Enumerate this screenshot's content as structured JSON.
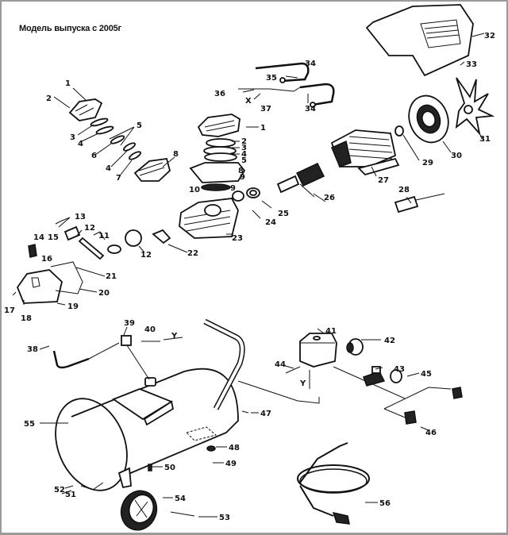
{
  "diagram": {
    "title": "Модель выпуска с 2005г",
    "subject": "air compressor exploded parts diagram",
    "frame_color": "#9a9a9a",
    "callouts": [
      {
        "id": "c1a",
        "text": "1"
      },
      {
        "id": "c2a",
        "text": "2"
      },
      {
        "id": "c3a",
        "text": "3"
      },
      {
        "id": "c4a",
        "text": "4"
      },
      {
        "id": "c5",
        "text": "5"
      },
      {
        "id": "c6",
        "text": "6"
      },
      {
        "id": "c4b",
        "text": "4"
      },
      {
        "id": "c7",
        "text": "7"
      },
      {
        "id": "c8",
        "text": "8"
      },
      {
        "id": "c1b",
        "text": "1"
      },
      {
        "id": "c2b",
        "text": "2"
      },
      {
        "id": "c3b",
        "text": "3"
      },
      {
        "id": "c4c",
        "text": "4"
      },
      {
        "id": "c5b",
        "text": "5"
      },
      {
        "id": "c8b",
        "text": "8"
      },
      {
        "id": "c9a",
        "text": "9"
      },
      {
        "id": "c10",
        "text": "10"
      },
      {
        "id": "c9b",
        "text": "9"
      },
      {
        "id": "c11",
        "text": "11"
      },
      {
        "id": "c12a",
        "text": "12"
      },
      {
        "id": "c12b",
        "text": "12"
      },
      {
        "id": "c13",
        "text": "13"
      },
      {
        "id": "c14",
        "text": "14"
      },
      {
        "id": "c15",
        "text": "15"
      },
      {
        "id": "c16",
        "text": "16"
      },
      {
        "id": "c17",
        "text": "17"
      },
      {
        "id": "c18",
        "text": "18"
      },
      {
        "id": "c19",
        "text": "19"
      },
      {
        "id": "c20",
        "text": "20"
      },
      {
        "id": "c21",
        "text": "21"
      },
      {
        "id": "c22",
        "text": "22"
      },
      {
        "id": "c23",
        "text": "23"
      },
      {
        "id": "c24",
        "text": "24"
      },
      {
        "id": "c25",
        "text": "25"
      },
      {
        "id": "c26",
        "text": "26"
      },
      {
        "id": "c27",
        "text": "27"
      },
      {
        "id": "c28",
        "text": "28"
      },
      {
        "id": "c29",
        "text": "29"
      },
      {
        "id": "c30",
        "text": "30"
      },
      {
        "id": "c31",
        "text": "31"
      },
      {
        "id": "c32",
        "text": "32"
      },
      {
        "id": "c33",
        "text": "33"
      },
      {
        "id": "c34a",
        "text": "34"
      },
      {
        "id": "c34b",
        "text": "34"
      },
      {
        "id": "c35",
        "text": "35"
      },
      {
        "id": "c36",
        "text": "36"
      },
      {
        "id": "c37",
        "text": "37"
      },
      {
        "id": "c38",
        "text": "38"
      },
      {
        "id": "c39",
        "text": "39"
      },
      {
        "id": "c40",
        "text": "40"
      },
      {
        "id": "c41",
        "text": "41"
      },
      {
        "id": "c42",
        "text": "42"
      },
      {
        "id": "c43",
        "text": "43"
      },
      {
        "id": "c44",
        "text": "44"
      },
      {
        "id": "c45",
        "text": "45"
      },
      {
        "id": "c46",
        "text": "46"
      },
      {
        "id": "c47",
        "text": "47"
      },
      {
        "id": "c48",
        "text": "48"
      },
      {
        "id": "c49",
        "text": "49"
      },
      {
        "id": "c50",
        "text": "50"
      },
      {
        "id": "c51",
        "text": "51"
      },
      {
        "id": "c52",
        "text": "52"
      },
      {
        "id": "c53",
        "text": "53"
      },
      {
        "id": "c54",
        "text": "54"
      },
      {
        "id": "c55",
        "text": "55"
      },
      {
        "id": "c56",
        "text": "56"
      },
      {
        "id": "cYa",
        "text": "Y"
      },
      {
        "id": "cYb",
        "text": "Y"
      },
      {
        "id": "cX",
        "text": "X"
      }
    ]
  }
}
